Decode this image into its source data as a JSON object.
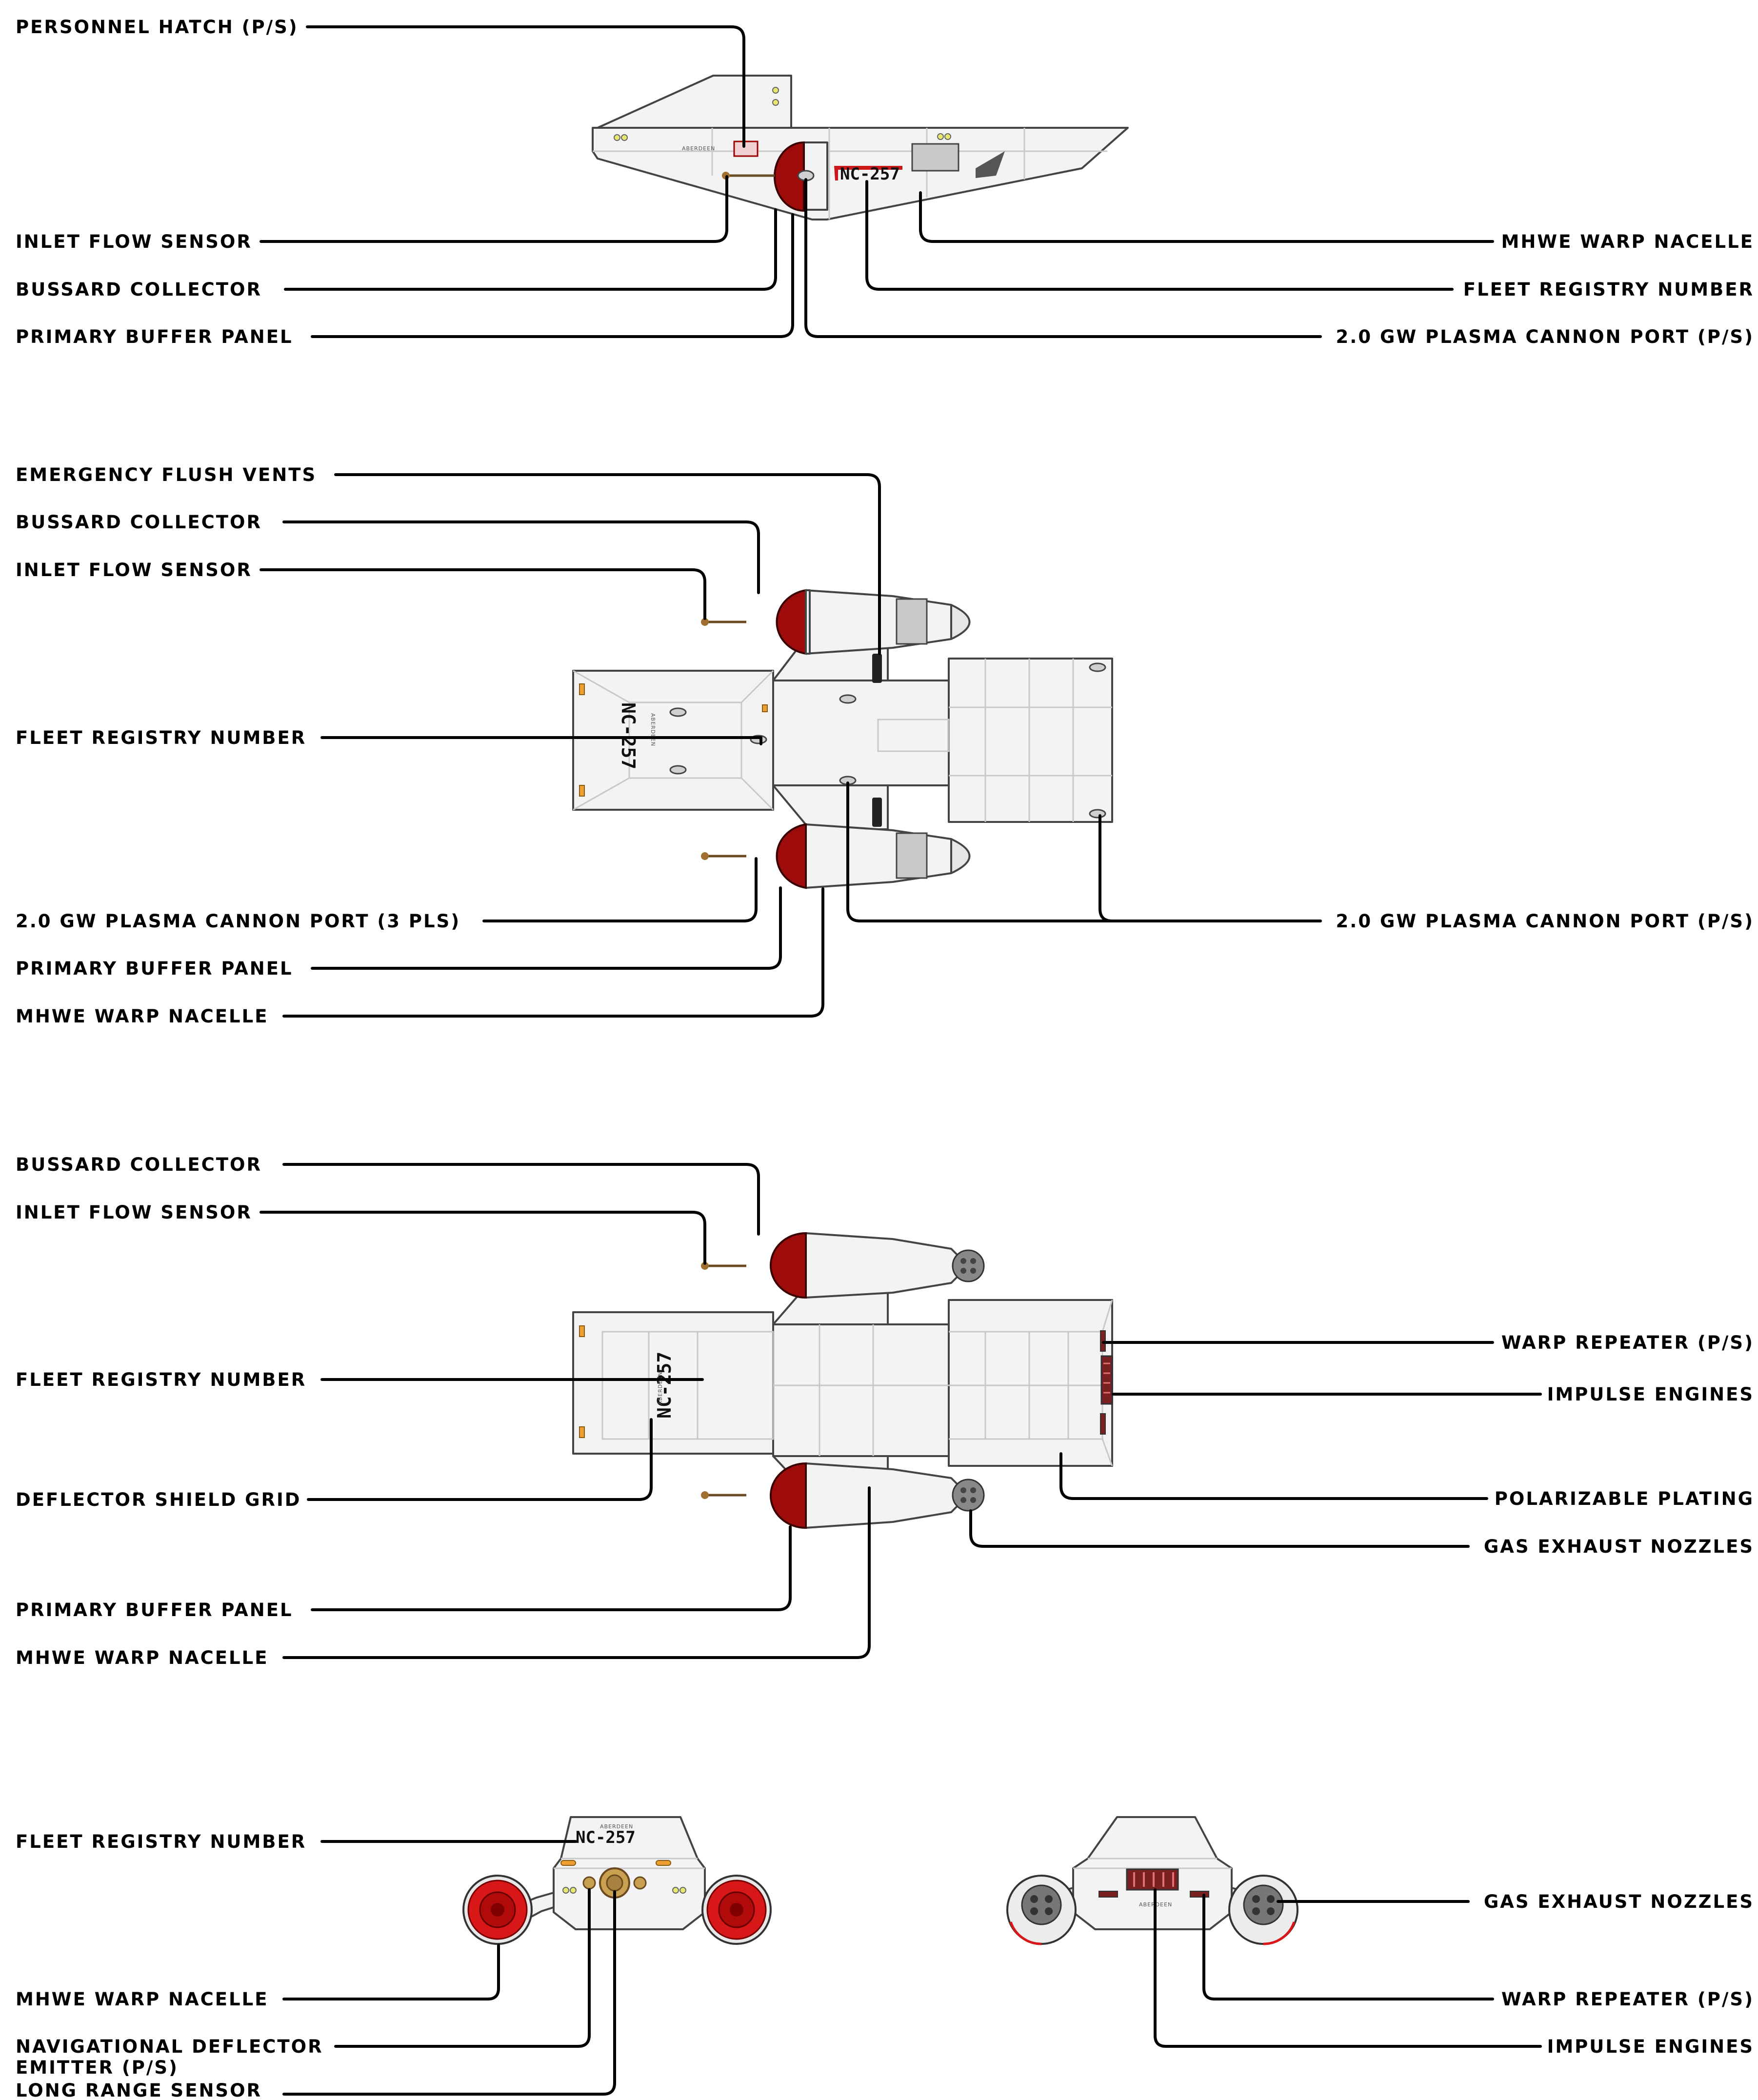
{
  "registry": "NC-257",
  "ship_name": "ABERDEEN",
  "colors": {
    "bussard": "#9e0b0b",
    "hull": "#f3f3f3",
    "accent_red": "#cc1818",
    "lights": "#f0a030"
  },
  "views": {
    "side": {
      "personnel_hatch": "PERSONNEL HATCH (P/S)",
      "inlet_flow_sensor": "INLET FLOW SENSOR",
      "bussard_collector": "BUSSARD COLLECTOR",
      "primary_buffer_panel": "PRIMARY BUFFER PANEL",
      "warp_nacelle": "MHWE WARP NACELLE",
      "fleet_registry": "FLEET REGISTRY NUMBER",
      "plasma_cannon": "2.0 GW PLASMA CANNON PORT (P/S)"
    },
    "top": {
      "emergency_vents": "EMERGENCY FLUSH VENTS",
      "bussard_collector": "BUSSARD COLLECTOR",
      "inlet_flow_sensor": "INLET FLOW SENSOR",
      "fleet_registry": "FLEET REGISTRY NUMBER",
      "plasma_cannon_3": "2.0 GW PLASMA CANNON PORT (3 PLS)",
      "primary_buffer_panel": "PRIMARY BUFFER PANEL",
      "warp_nacelle": "MHWE WARP NACELLE",
      "plasma_cannon_ps": "2.0 GW PLASMA CANNON PORT (P/S)"
    },
    "bottom": {
      "bussard_collector": "BUSSARD COLLECTOR",
      "inlet_flow_sensor": "INLET FLOW SENSOR",
      "fleet_registry": "FLEET REGISTRY NUMBER",
      "deflector_grid": "DEFLECTOR SHIELD GRID",
      "primary_buffer_panel": "PRIMARY BUFFER PANEL",
      "warp_nacelle": "MHWE WARP NACELLE",
      "warp_repeater": "WARP REPEATER (P/S)",
      "impulse_engines": "IMPULSE ENGINES",
      "polarizable_plating": "POLARIZABLE PLATING",
      "gas_exhaust": "GAS EXHAUST NOZZLES"
    },
    "front": {
      "fleet_registry": "FLEET REGISTRY NUMBER",
      "warp_nacelle": "MHWE WARP NACELLE",
      "nav_deflector_1": "NAVIGATIONAL DEFLECTOR",
      "nav_deflector_2": "EMITTER (P/S)",
      "long_range_sensor": "LONG RANGE SENSOR"
    },
    "rear": {
      "gas_exhaust": "GAS EXHAUST NOZZLES",
      "warp_repeater": "WARP REPEATER (P/S)",
      "impulse_engines": "IMPULSE ENGINES"
    }
  }
}
